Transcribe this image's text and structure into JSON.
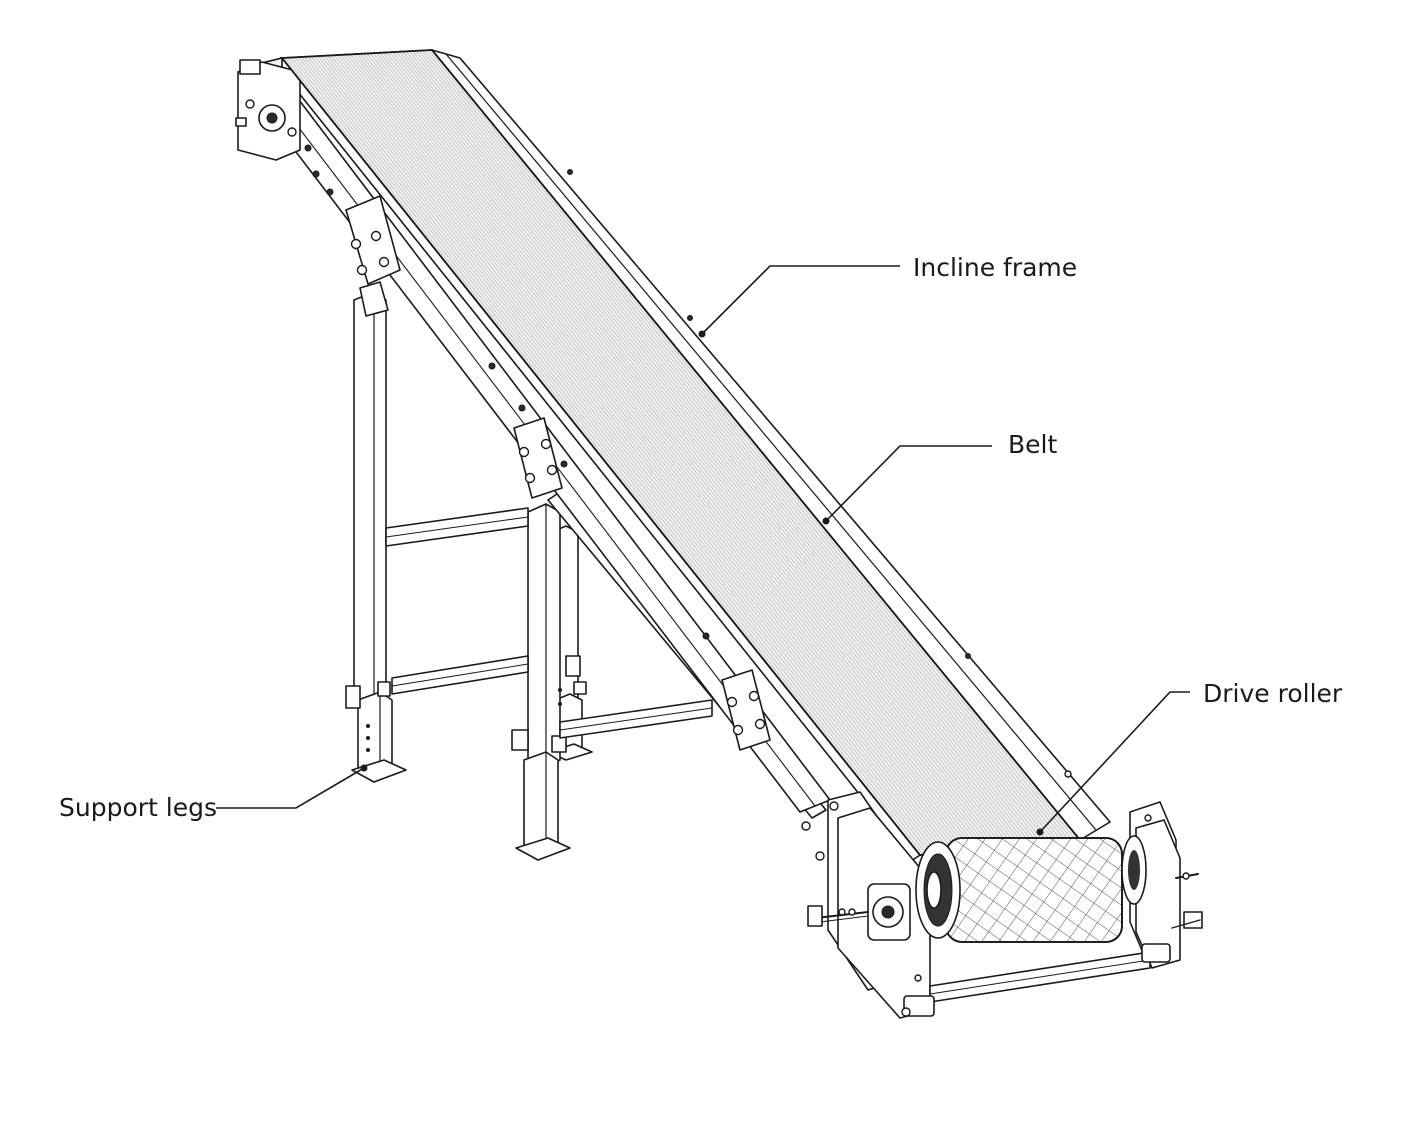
{
  "diagram": {
    "labels": {
      "incline_frame": "Incline frame",
      "belt": "Belt",
      "drive_roller": "Drive roller",
      "support_legs": "Support legs"
    }
  }
}
